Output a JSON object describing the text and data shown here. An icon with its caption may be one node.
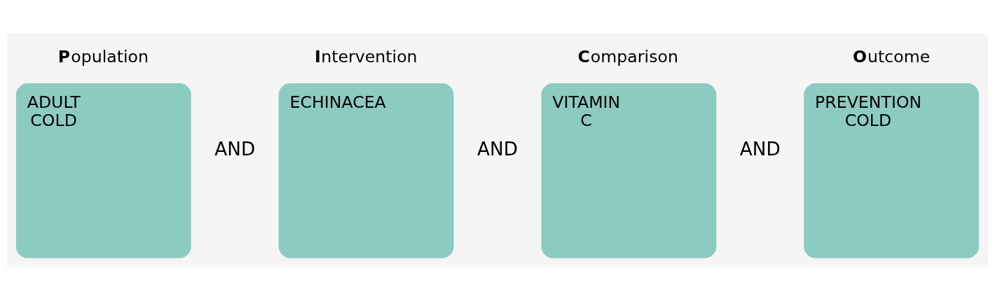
{
  "diagram": {
    "nodes": [
      {
        "text": [
          "**P**opulation",
          "ADULT COLD"
        ]
      },
      {
        "text": [
          "**I**ntervention",
          "ECHINACEA"
        ]
      },
      {
        "text": [
          "**C**omparison",
          "VITAMIN C"
        ]
      },
      {
        "text": [
          "**O**utcome",
          "PREVENTION COLD"
        ]
      }
    ],
    "labels": [
      "AND",
      "AND",
      "AND"
    ]
  }
}
